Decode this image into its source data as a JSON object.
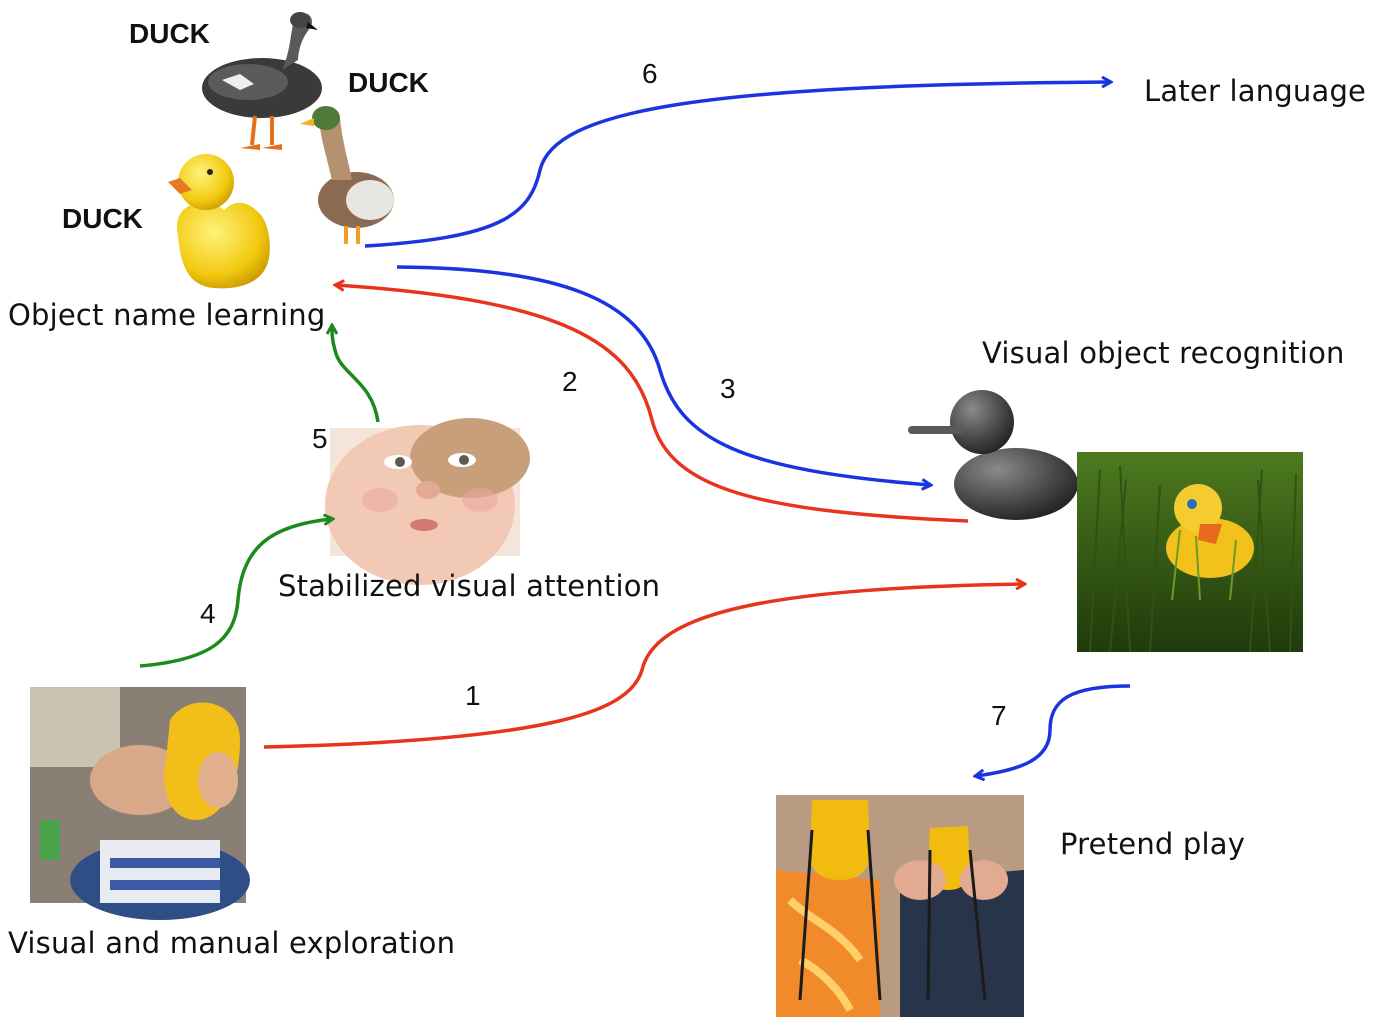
{
  "labels": {
    "object_name_learning": "Object name learning",
    "later_language": "Later language",
    "visual_object_recognition": "Visual object recognition",
    "stabilized_visual_attention": "Stabilized visual attention",
    "visual_manual_exploration": "Visual and manual exploration",
    "pretend_play": "Pretend play"
  },
  "duck_words": [
    "DUCK",
    "DUCK",
    "DUCK"
  ],
  "arrows": [
    {
      "id": "1",
      "color": "#e8341c",
      "from": "Visual and manual exploration",
      "to": "Visual object recognition"
    },
    {
      "id": "2",
      "color": "#e8341c",
      "from": "Visual object recognition",
      "to": "Object name learning"
    },
    {
      "id": "3",
      "color": "#1a35e0",
      "from": "Object name learning",
      "to": "Visual object recognition"
    },
    {
      "id": "4",
      "color": "#1e8a1e",
      "from": "Visual and manual exploration",
      "to": "Stabilized visual attention"
    },
    {
      "id": "5",
      "color": "#1e8a1e",
      "from": "Stabilized visual attention",
      "to": "Object name learning"
    },
    {
      "id": "6",
      "color": "#1a35e0",
      "from": "Object name learning",
      "to": "Later language"
    },
    {
      "id": "7",
      "color": "#1a35e0",
      "from": "Visual object recognition",
      "to": "Pretend play"
    }
  ],
  "colors": {
    "red": "#e8341c",
    "blue": "#1a35e0",
    "green": "#1e8a1e"
  }
}
